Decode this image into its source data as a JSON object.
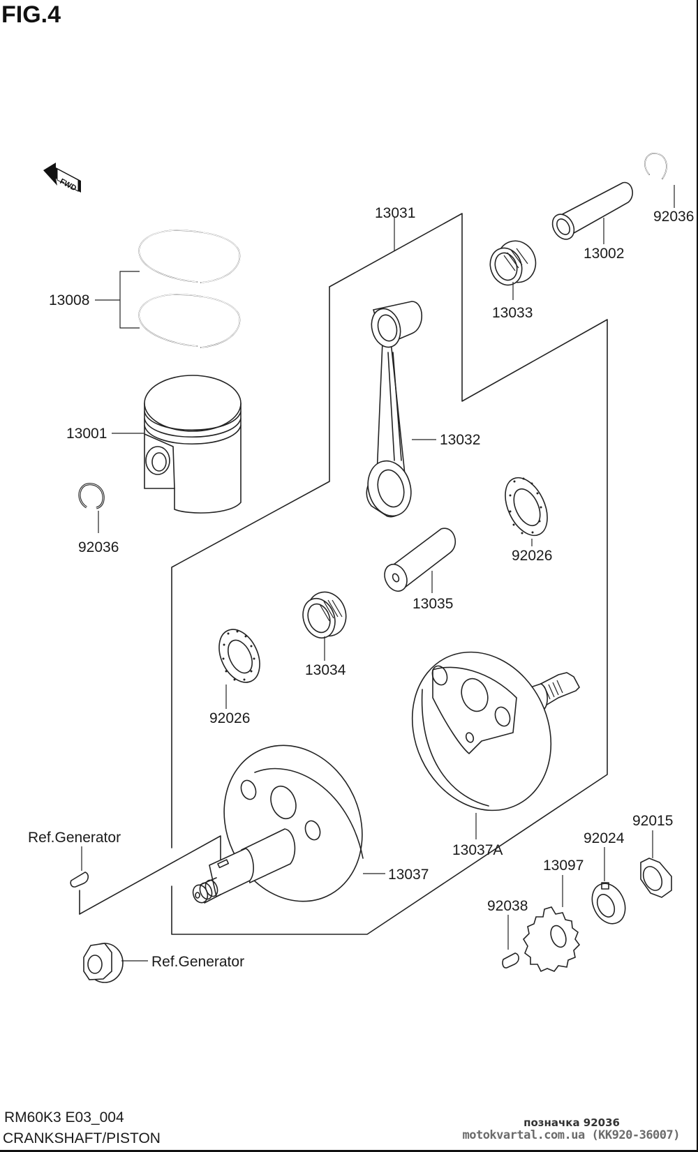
{
  "figure": {
    "title": "FIG.4",
    "fwd_label": "FWD"
  },
  "labels": {
    "p92036_top": "92036",
    "p13002": "13002",
    "p13031": "13031",
    "p13033": "13033",
    "p13008": "13008",
    "p13001": "13001",
    "p13032": "13032",
    "p92036_left": "92036",
    "p92026_right": "92026",
    "p13035": "13035",
    "p13034": "13034",
    "p92026_left": "92026",
    "p13037A": "13037A",
    "p13037": "13037",
    "p92015": "92015",
    "p92024": "92024",
    "p13097": "13097",
    "p92038": "92038",
    "ref_generator_key": "Ref.Generator",
    "ref_generator_nut": "Ref.Generator"
  },
  "footer": {
    "model_code": "RM60K3 E03_004",
    "section_name": "CRANKSHAFT/PISTON"
  },
  "watermark": {
    "part_ref": "позначка 92036",
    "site": "motokvartal.com.ua (KK920-36007)"
  }
}
